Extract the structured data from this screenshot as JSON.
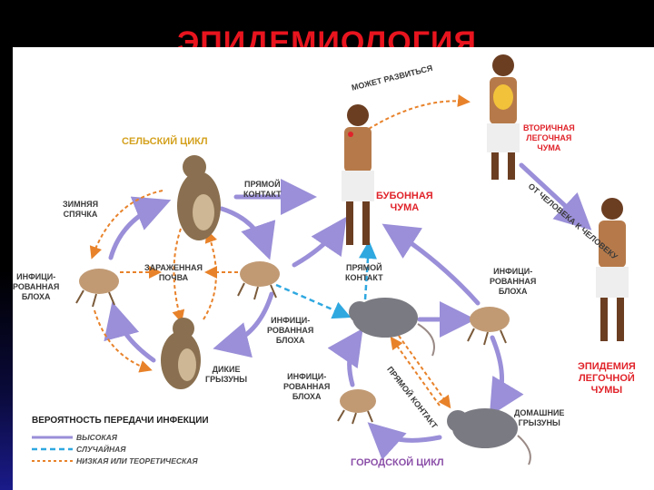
{
  "slide": {
    "title": "ЭПИДЕМИОЛОГИЯ"
  },
  "cycles": {
    "rural": "СЕЛЬСКИЙ ЦИКЛ",
    "urban": "ГОРОДСКОЙ ЦИКЛ"
  },
  "labels": {
    "hibernation": "ЗИМНЯЯ\nСПЯЧКА",
    "direct_contact_top": "ПРЯМОЙ\nКОНТАКТ",
    "direct_contact_mid": "ПРЯМОЙ\nКОНТАКТ",
    "direct_contact_diag": "ПРЯМОЙ КОНТАКТ",
    "infected_soil": "ЗАРАЖЕННАЯ\nПОЧВА",
    "infected_flea_left": "ИНФИЦИ-\nРОВАННАЯ\nБЛОХА",
    "infected_flea_center": "ИНФИЦИ-\nРОВАННАЯ\nБЛОХА",
    "infected_flea_right": "ИНФИЦИ-\nРОВАННАЯ\nБЛОХА",
    "infected_flea_bottom": "ИНФИЦИ-\nРОВАННАЯ\nБЛОХА",
    "wild_rodents": "ДИКИЕ\nГРЫЗУНЫ",
    "domestic_rodents": "ДОМАШНИЕ\nГРЫЗУНЫ",
    "may_develop": "МОЖЕТ РАЗВИТЬСЯ",
    "person_to_person": "ОТ ЧЕЛОВЕКА К ЧЕЛОВЕКУ",
    "bubonic_plague": "БУБОННАЯ\nЧУМА",
    "secondary_pneumonic": "ВТОРИЧНАЯ\nЛЕГОЧНАЯ\nЧУМА",
    "pneumonic_epidemic": "ЭПИДЕМИЯ\nЛЕГОЧНОЙ\nЧУМЫ"
  },
  "legend": {
    "title": "ВЕРОЯТНОСТЬ ПЕРЕДАЧИ ИНФЕКЦИИ",
    "items": [
      {
        "label": "ВЫСОКАЯ",
        "color": "#9a8fd8",
        "style": "solid"
      },
      {
        "label": "СЛУЧАЙНАЯ",
        "color": "#2fa8e0",
        "style": "dashed"
      },
      {
        "label": "НИЗКАЯ ИЛИ ТЕОРЕТИЧЕСКАЯ",
        "color": "#e8822a",
        "style": "dotted"
      }
    ]
  },
  "colors": {
    "title_red": "#e8141e",
    "arrow_high": "#9a8fd8",
    "arrow_random": "#2fa8e0",
    "arrow_low": "#e8822a",
    "label_red": "#e0232a",
    "label_orange": "#d4a11e",
    "label_purple": "#8b4fa8"
  }
}
